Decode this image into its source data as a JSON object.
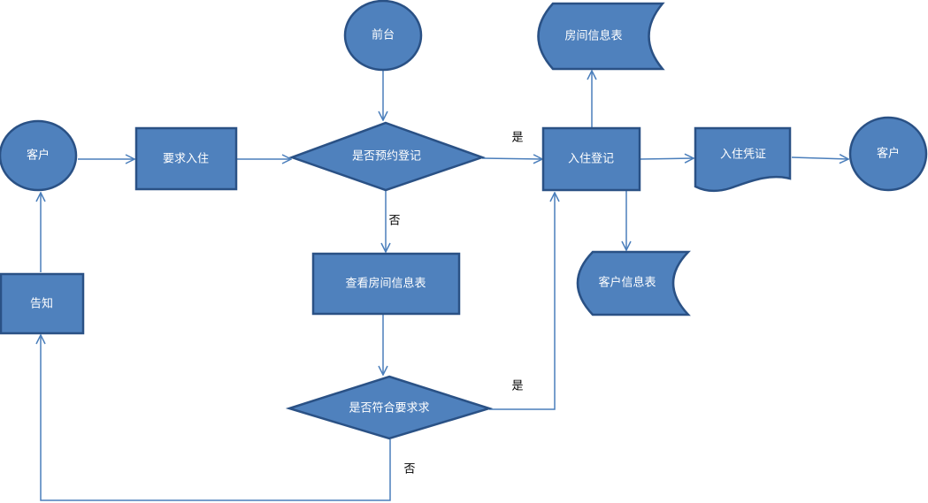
{
  "nodes": {
    "front_desk": "前台",
    "customer_left": "客户",
    "request_checkin": "要求入住",
    "reservation_check": "是否预约登记",
    "view_room_info": "查看房间信息表",
    "requirement_check": "是否符合要求求",
    "notify": "告知",
    "checkin_register": "入住登记",
    "room_info_table": "房间信息表",
    "customer_info_table": "客户信息表",
    "checkin_voucher": "入住凭证",
    "customer_right": "客户"
  },
  "edges": {
    "yes_reservation": "是",
    "no_reservation": "否",
    "yes_requirement": "是",
    "no_requirement": "否"
  },
  "colors": {
    "fill": "#4f81bd",
    "stroke": "#2a5185",
    "edge": "#4a7ebb"
  }
}
